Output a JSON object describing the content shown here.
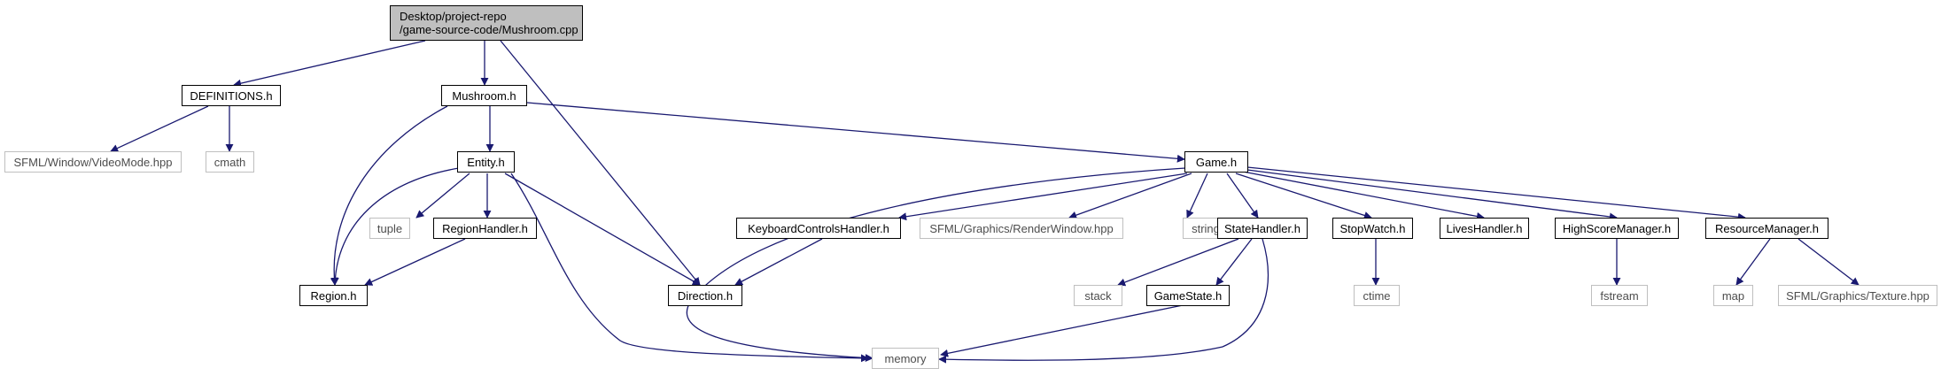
{
  "colors": {
    "edge": "#191970",
    "node_border": "#000000",
    "ext_border": "#bfbfbf",
    "root_fill": "#bfbfbf"
  },
  "nodes": {
    "root": {
      "line1": "Desktop/project-repo",
      "line2": "/game-source-code/Mushroom.cpp"
    },
    "definitions": "DEFINITIONS.h",
    "mushroom": "Mushroom.h",
    "sfml_videomode": "SFML/Window/VideoMode.hpp",
    "cmath": "cmath",
    "entity": "Entity.h",
    "game": "Game.h",
    "tuple": "tuple",
    "regionhandler": "RegionHandler.h",
    "region": "Region.h",
    "direction": "Direction.h",
    "keyboard": "KeyboardControlsHandler.h",
    "sfml_renderwindow": "SFML/Graphics/RenderWindow.hpp",
    "string": "string",
    "statehandler": "StateHandler.h",
    "stopwatch": "StopWatch.h",
    "liveshandler": "LivesHandler.h",
    "highscore": "HighScoreManager.h",
    "resource": "ResourceManager.h",
    "stack": "stack",
    "gamestate": "GameState.h",
    "ctime": "ctime",
    "fstream": "fstream",
    "map": "map",
    "sfml_texture": "SFML/Graphics/Texture.hpp",
    "memory": "memory"
  }
}
